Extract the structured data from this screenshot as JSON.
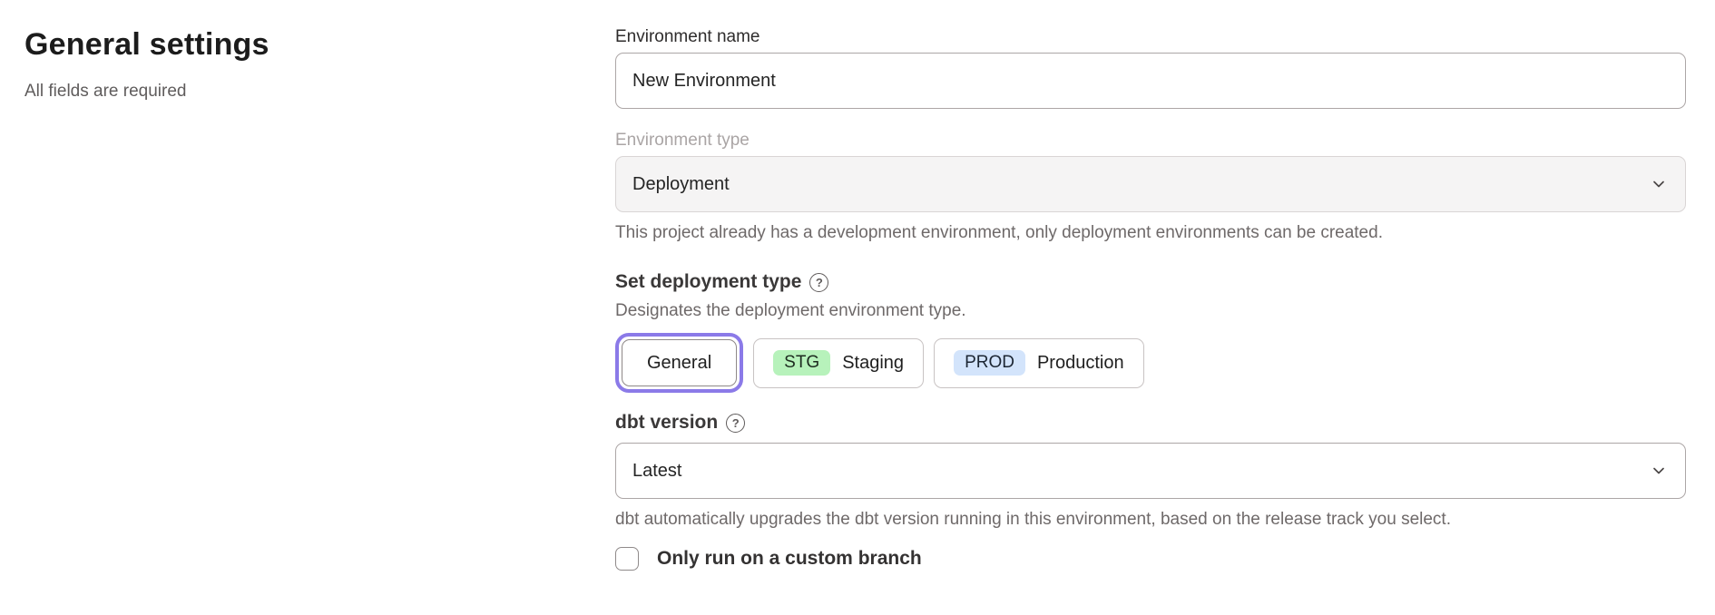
{
  "page": {
    "title": "General settings",
    "subtitle": "All fields are required"
  },
  "icons": {
    "help_glyph": "?"
  },
  "form": {
    "environment_name": {
      "label": "Environment name",
      "value": "New Environment"
    },
    "environment_type": {
      "label": "Environment type",
      "value": "Deployment",
      "disabled": true,
      "helper": "This project already has a development environment, only deployment environments can be created."
    },
    "deployment_type": {
      "label": "Set deployment type",
      "description": "Designates the deployment environment type.",
      "options": [
        {
          "label": "General",
          "badge": "",
          "selected": true
        },
        {
          "label": "Staging",
          "badge": "STG",
          "selected": false
        },
        {
          "label": "Production",
          "badge": "PROD",
          "selected": false
        }
      ]
    },
    "dbt_version": {
      "label": "dbt version",
      "value": "Latest",
      "helper": "dbt automatically upgrades the dbt version running in this environment, based on the release track you select."
    },
    "custom_branch": {
      "label": "Only run on a custom branch",
      "checked": false
    }
  },
  "colors": {
    "accent_purple": "#8b7ae8",
    "staging_badge_bg": "#b7f2bb",
    "production_badge_bg": "#d3e4fb",
    "disabled_field_bg": "#f5f4f4"
  }
}
